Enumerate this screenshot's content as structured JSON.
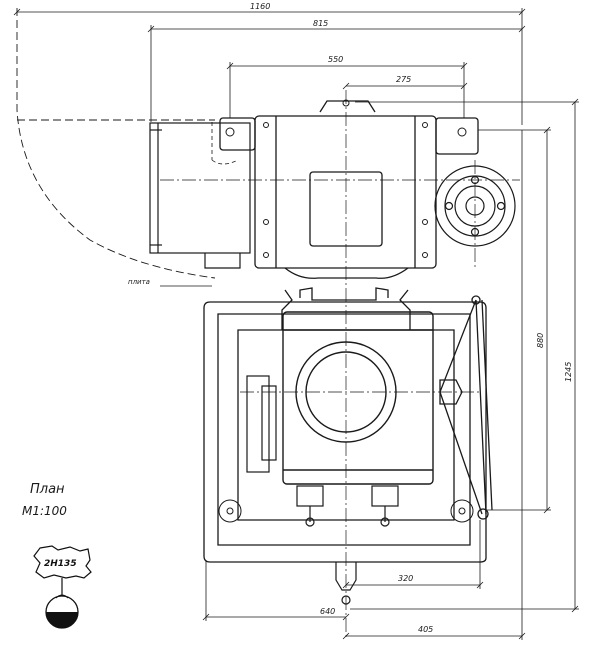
{
  "dimensions": {
    "overall_width": "1160",
    "width_815": "815",
    "width_550": "550",
    "width_275": "275",
    "height_880": "880",
    "height_1245": "1245",
    "bottom_320": "320",
    "bottom_640": "640",
    "bottom_405": "405"
  },
  "callouts": {
    "plate": "плита"
  },
  "caption": {
    "title": "План",
    "scale": "М1:100"
  },
  "machine_badge": {
    "model": "2Н135"
  }
}
